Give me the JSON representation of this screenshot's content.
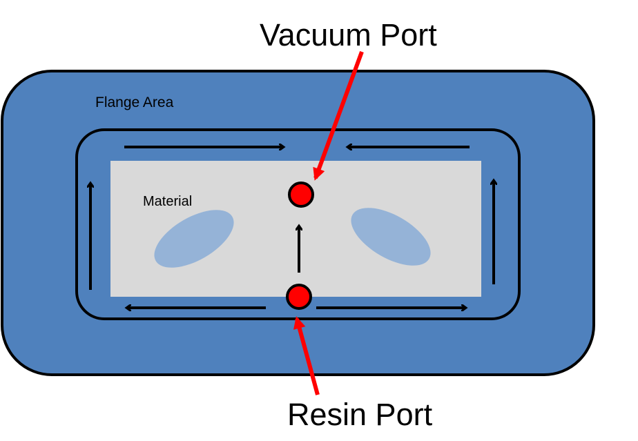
{
  "labels": {
    "vacuum_port": "Vacuum Port",
    "resin_port": "Resin Port",
    "flange_area": "Flange Area",
    "material": "Material"
  },
  "colors": {
    "flange": "#4f81bd",
    "material": "#d9d9d9",
    "ellipse": "#95b3d7",
    "port": "#ff0000",
    "pointer": "#ff0000",
    "flow_arrow": "#000000"
  }
}
